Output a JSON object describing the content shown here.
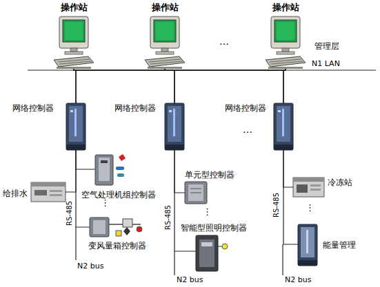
{
  "diagram": {
    "nodes": [
      {
        "text": [
          "操作站"
        ]
      },
      {
        "text": [
          "操作站"
        ]
      },
      {
        "text": [
          "操作站"
        ]
      },
      {
        "text": [
          "网络控制器"
        ]
      },
      {
        "text": [
          "网络控制器"
        ]
      },
      {
        "text": [
          "网络控制器"
        ]
      },
      {
        "text": [
          "给排水"
        ]
      },
      {
        "text": [
          "空气处理机组控制器"
        ]
      },
      {
        "text": [
          "变风量箱控制器"
        ]
      },
      {
        "text": [
          "单元型控制器"
        ]
      },
      {
        "text": [
          "智能型照明控制器"
        ]
      },
      {
        "text": [
          "冷冻站"
        ]
      },
      {
        "text": [
          "能量管理"
        ]
      }
    ],
    "edges": [
      {
        "from": 0,
        "to": 3,
        "arrow": "none"
      },
      {
        "from": 0,
        "to": 4,
        "arrow": "none"
      },
      {
        "from": 0,
        "to": 5,
        "arrow": "none"
      },
      {
        "from": 1,
        "to": 3,
        "arrow": "none"
      },
      {
        "from": 1,
        "to": 4,
        "arrow": "none"
      },
      {
        "from": 1,
        "to": 5,
        "arrow": "none"
      },
      {
        "from": 2,
        "to": 3,
        "arrow": "none"
      },
      {
        "from": 2,
        "to": 4,
        "arrow": "none"
      },
      {
        "from": 2,
        "to": 5,
        "arrow": "none"
      },
      {
        "from": 3,
        "to": 6,
        "arrow": "none"
      },
      {
        "from": 3,
        "to": 7,
        "arrow": "none"
      },
      {
        "from": 3,
        "to": 8,
        "arrow": "none"
      },
      {
        "from": 4,
        "to": 9,
        "arrow": "none"
      },
      {
        "from": 4,
        "to": 10,
        "arrow": "none"
      },
      {
        "from": 5,
        "to": 11,
        "arrow": "none"
      },
      {
        "from": 5,
        "to": 12,
        "arrow": "none"
      }
    ],
    "labels": [
      "管理层",
      "N1 LAN",
      "…",
      "…",
      "RS-485",
      "RS-485",
      "RS-485",
      "⋮",
      "⋮",
      "⋮",
      "N2 bus",
      "N2 bus",
      "N2 bus"
    ]
  }
}
